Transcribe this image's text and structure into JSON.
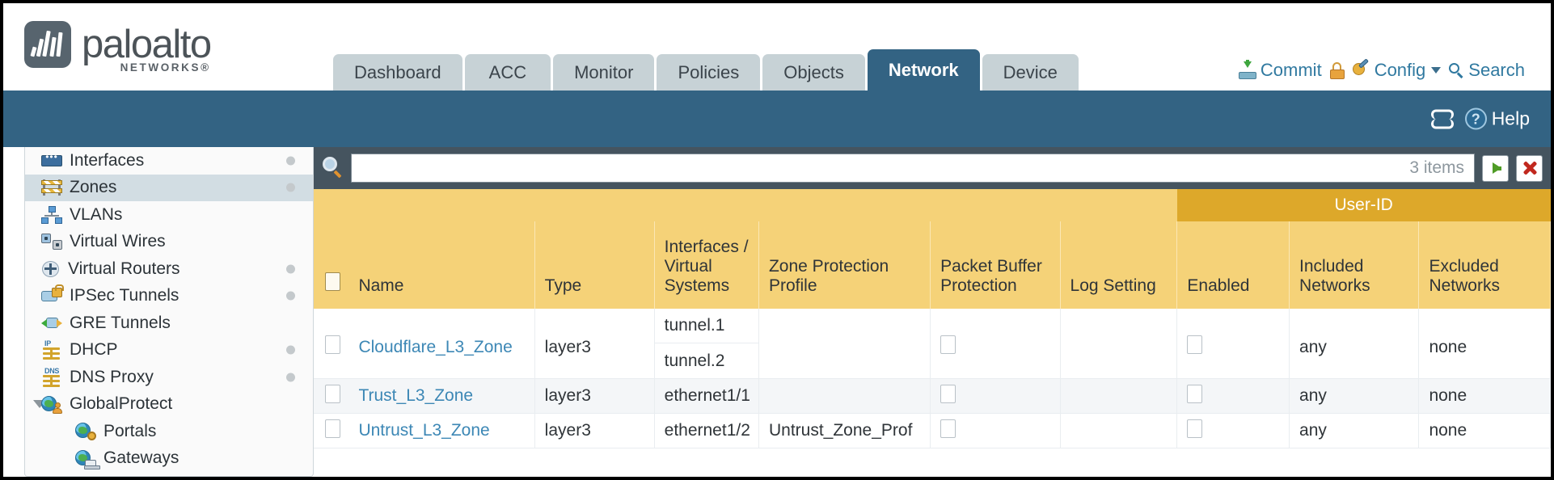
{
  "brand": {
    "name": "paloalto",
    "subtitle": "NETWORKS®",
    "logo_icon": "paloalto-logo-icon"
  },
  "nav": {
    "tabs": [
      {
        "label": "Dashboard",
        "active": false
      },
      {
        "label": "ACC",
        "active": false
      },
      {
        "label": "Monitor",
        "active": false
      },
      {
        "label": "Policies",
        "active": false
      },
      {
        "label": "Objects",
        "active": false
      },
      {
        "label": "Network",
        "active": true
      },
      {
        "label": "Device",
        "active": false
      }
    ],
    "actions": [
      {
        "label": "Commit",
        "icon": "commit-icon"
      },
      {
        "label": "",
        "icon": "lock-icon"
      },
      {
        "label": "Config",
        "icon": "config-icon",
        "caret": true
      },
      {
        "label": "Search",
        "icon": "search-icon"
      }
    ]
  },
  "subbar": {
    "refresh_icon": "refresh-icon",
    "help_icon": "help-icon",
    "help_label": "Help",
    "help_glyph": "?"
  },
  "sidebar": {
    "items": [
      {
        "label": "Interfaces",
        "icon": "interfaces-icon",
        "dot": true,
        "selected": false,
        "indent": false,
        "expander": false
      },
      {
        "label": "Zones",
        "icon": "zones-icon",
        "dot": true,
        "selected": true,
        "indent": false,
        "expander": false
      },
      {
        "label": "VLANs",
        "icon": "vlans-icon",
        "dot": false,
        "selected": false,
        "indent": false,
        "expander": false
      },
      {
        "label": "Virtual Wires",
        "icon": "virtual-wires-icon",
        "dot": false,
        "selected": false,
        "indent": false,
        "expander": false
      },
      {
        "label": "Virtual Routers",
        "icon": "virtual-routers-icon",
        "dot": true,
        "selected": false,
        "indent": false,
        "expander": false
      },
      {
        "label": "IPSec Tunnels",
        "icon": "ipsec-tunnels-icon",
        "dot": true,
        "selected": false,
        "indent": false,
        "expander": false
      },
      {
        "label": "GRE Tunnels",
        "icon": "gre-tunnels-icon",
        "dot": false,
        "selected": false,
        "indent": false,
        "expander": false
      },
      {
        "label": "DHCP",
        "icon": "dhcp-icon",
        "dot": true,
        "selected": false,
        "indent": false,
        "expander": false
      },
      {
        "label": "DNS Proxy",
        "icon": "dns-proxy-icon",
        "dot": true,
        "selected": false,
        "indent": false,
        "expander": false
      },
      {
        "label": "GlobalProtect",
        "icon": "globalprotect-icon",
        "dot": false,
        "selected": false,
        "indent": false,
        "expander": true
      },
      {
        "label": "Portals",
        "icon": "portals-icon",
        "dot": false,
        "selected": false,
        "indent": true,
        "expander": false
      },
      {
        "label": "Gateways",
        "icon": "gateways-icon",
        "dot": false,
        "selected": false,
        "indent": true,
        "expander": false
      }
    ]
  },
  "search": {
    "value": "",
    "placeholder": "",
    "items_count": "3 items",
    "magnifier_icon": "search-icon",
    "go_icon": "apply-filter-icon",
    "clear_icon": "clear-filter-icon"
  },
  "table": {
    "group_header": {
      "label": "User-ID",
      "span": 3
    },
    "columns": [
      "Name",
      "Type",
      "Interfaces / Virtual Systems",
      "Zone Protection Profile",
      "Packet Buffer Protection",
      "Log Setting",
      "Enabled",
      "Included Networks",
      "Excluded Networks"
    ],
    "rows": [
      {
        "selected": false,
        "name": "Cloudflare_L3_Zone",
        "type": "layer3",
        "interfaces": [
          "tunnel.1",
          "tunnel.2"
        ],
        "zone_protection_profile": "",
        "packet_buffer_protection": false,
        "log_setting": "",
        "userid_enabled": false,
        "included_networks": "any",
        "excluded_networks": "none"
      },
      {
        "selected": false,
        "name": "Trust_L3_Zone",
        "type": "layer3",
        "interfaces": [
          "ethernet1/1"
        ],
        "zone_protection_profile": "",
        "packet_buffer_protection": false,
        "log_setting": "",
        "userid_enabled": false,
        "included_networks": "any",
        "excluded_networks": "none"
      },
      {
        "selected": false,
        "name": "Untrust_L3_Zone",
        "type": "layer3",
        "interfaces": [
          "ethernet1/2"
        ],
        "zone_protection_profile": "Untrust_Zone_Prof",
        "packet_buffer_protection": false,
        "log_setting": "",
        "userid_enabled": false,
        "included_networks": "any",
        "excluded_networks": "none"
      }
    ]
  },
  "colors": {
    "brand_gray": "#4c5358",
    "tab_inactive": "#c7d2d6",
    "tab_active": "#336383",
    "subbar_blue": "#336383",
    "table_header_gold": "#f5d278",
    "group_header_gold": "#dda82a",
    "link_blue": "#3c87b5",
    "search_bar_dark": "#45545f",
    "sidebar_selected": "#d2dde3"
  }
}
